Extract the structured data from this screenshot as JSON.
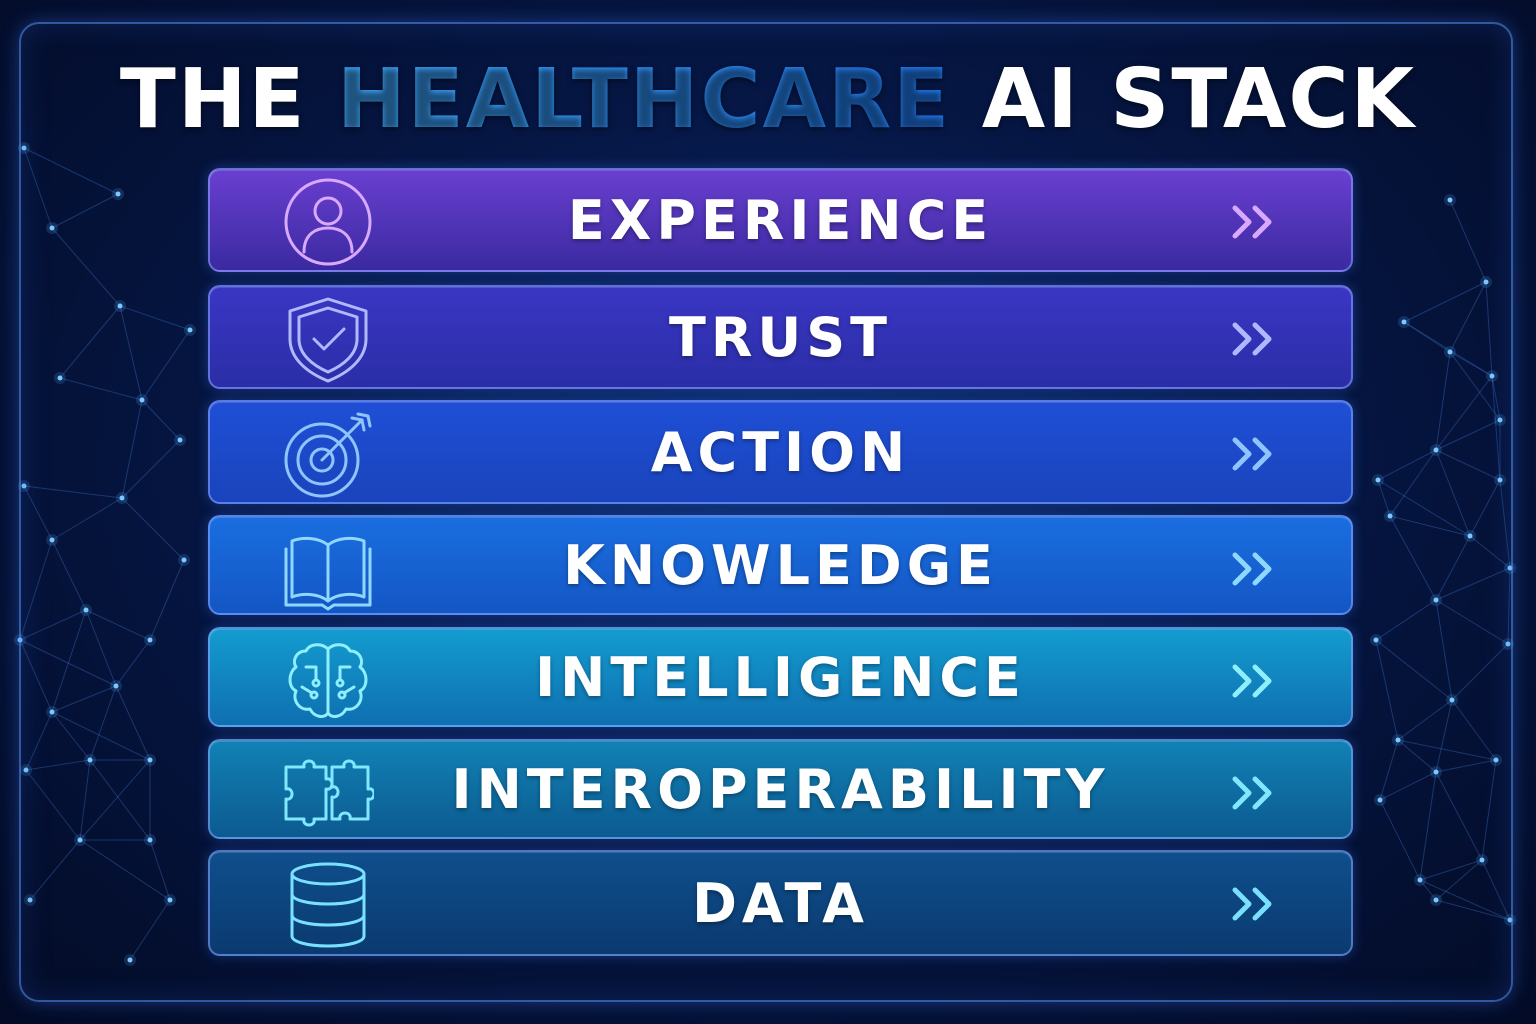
{
  "title": {
    "part1": "THE ",
    "accent": "HEALTHCARE",
    "part2": " AI STACK"
  },
  "layers": [
    {
      "label": "EXPERIENCE",
      "icon": "user-icon",
      "bg": [
        "#6a3fd0",
        "#3a2aa0"
      ],
      "stroke": "#d9a8ff"
    },
    {
      "label": "TRUST",
      "icon": "shield-check-icon",
      "bg": [
        "#3a36c4",
        "#2a2ea6"
      ],
      "stroke": "#b0b8ff"
    },
    {
      "label": "ACTION",
      "icon": "target-icon",
      "bg": [
        "#1f4fd6",
        "#1a44bc"
      ],
      "stroke": "#8ec5ff"
    },
    {
      "label": "KNOWLEDGE",
      "icon": "book-icon",
      "bg": [
        "#1a6ee0",
        "#1456c4"
      ],
      "stroke": "#8ed8ff"
    },
    {
      "label": "INTELLIGENCE",
      "icon": "brain-icon",
      "bg": [
        "#139ccf",
        "#0f6fb0"
      ],
      "stroke": "#8ef0ff"
    },
    {
      "label": "INTEROPERABILITY",
      "icon": "puzzle-icon",
      "bg": [
        "#1182b5",
        "#0c5a90"
      ],
      "stroke": "#7fe8ff"
    },
    {
      "label": "DATA",
      "icon": "database-icon",
      "bg": [
        "#0e4f8c",
        "#0b3a70"
      ],
      "stroke": "#7ae0ff"
    }
  ]
}
